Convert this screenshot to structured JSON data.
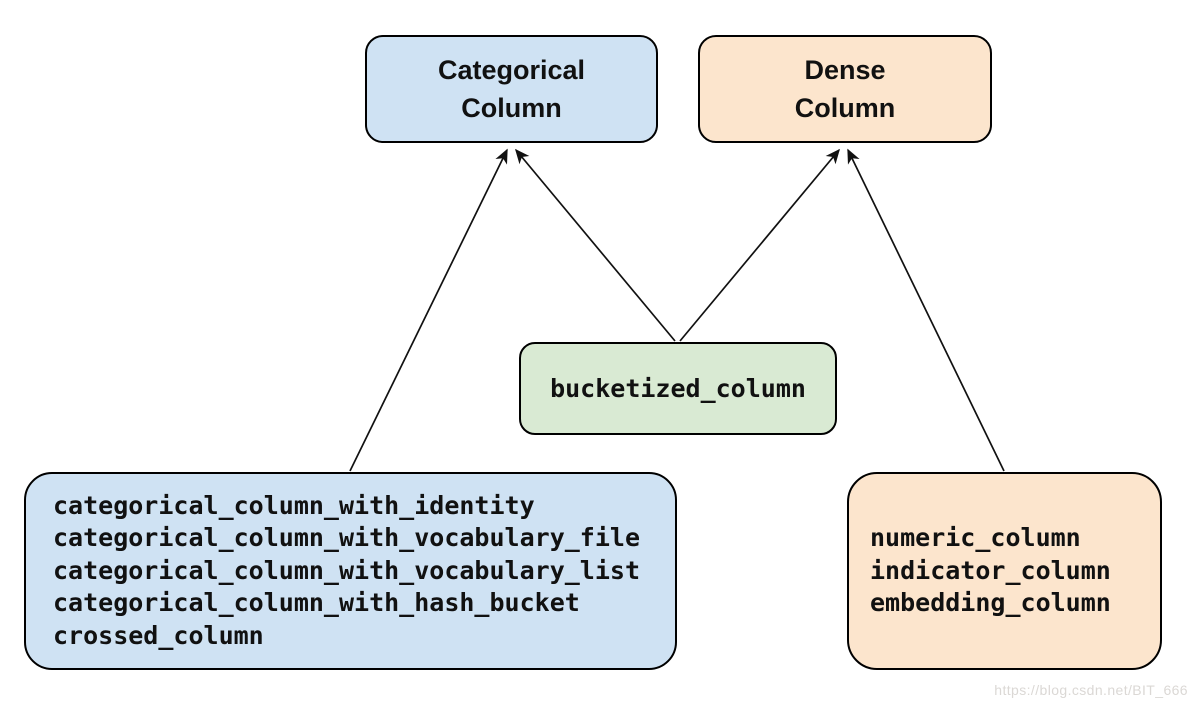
{
  "diagram": {
    "nodes": {
      "categorical": {
        "title_line1": "Categorical",
        "title_line2": "Column",
        "fill": "#cfe2f3"
      },
      "dense": {
        "title_line1": "Dense",
        "title_line2": "Column",
        "fill": "#fce5cd"
      },
      "bucketized": {
        "label": "bucketized_column",
        "fill": "#d9ead3"
      },
      "categorical_functions": {
        "fill": "#cfe2f3",
        "items": [
          "categorical_column_with_identity",
          "categorical_column_with_vocabulary_file",
          "categorical_column_with_vocabulary_list",
          "categorical_column_with_hash_bucket",
          "crossed_column"
        ]
      },
      "dense_functions": {
        "fill": "#fce5cd",
        "items": [
          "numeric_column",
          "indicator_column",
          "embedding_column"
        ]
      }
    },
    "edges": [
      {
        "from": "categorical_functions",
        "to": "categorical"
      },
      {
        "from": "bucketized",
        "to": "categorical"
      },
      {
        "from": "bucketized",
        "to": "dense"
      },
      {
        "from": "dense_functions",
        "to": "dense"
      }
    ],
    "colors": {
      "border": "#000000",
      "text": "#111111",
      "arrow": "#111111",
      "background": "#ffffff",
      "watermark_text": "#dbd8d5"
    },
    "watermark": "https://blog.csdn.net/BIT_666"
  }
}
